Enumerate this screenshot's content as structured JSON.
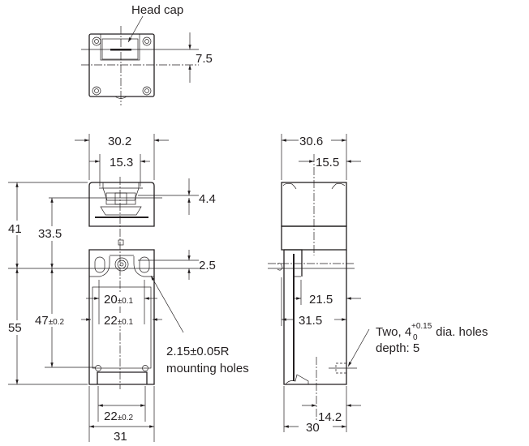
{
  "title": "Switch dimensions drawing",
  "top_view": {
    "head_cap_label": "Head cap",
    "dim_7_5": "7.5"
  },
  "front_view": {
    "dim_30_2": "30.2",
    "dim_15_3": "15.3",
    "dim_4_4": "4.4",
    "dim_2_5": "2.5",
    "dim_41": "41",
    "dim_33_5": "33.5",
    "dim_55": "55",
    "dim_47": "47",
    "tol_47": "±0.2",
    "dim_20": "20",
    "tol_20": "±0.1",
    "dim_22a": "22",
    "tol_22a": "±0.1",
    "dim_22b": "22",
    "tol_22b": "±0.2",
    "dim_31": "31",
    "mount_line1": "2.15±0.05R",
    "mount_line2": "mounting holes"
  },
  "side_view": {
    "dim_30_6": "30.6",
    "dim_15_5": "15.5",
    "dim_21_5": "21.5",
    "dim_31_5": "31.5",
    "dim_14_2": "14.2",
    "dim_30": "30",
    "hole_prefix": "Two, 4",
    "hole_tol_plus": "+0.15",
    "hole_tol_minus": "0",
    "hole_suffix": " dia. holes",
    "hole_depth": "depth: 5"
  }
}
